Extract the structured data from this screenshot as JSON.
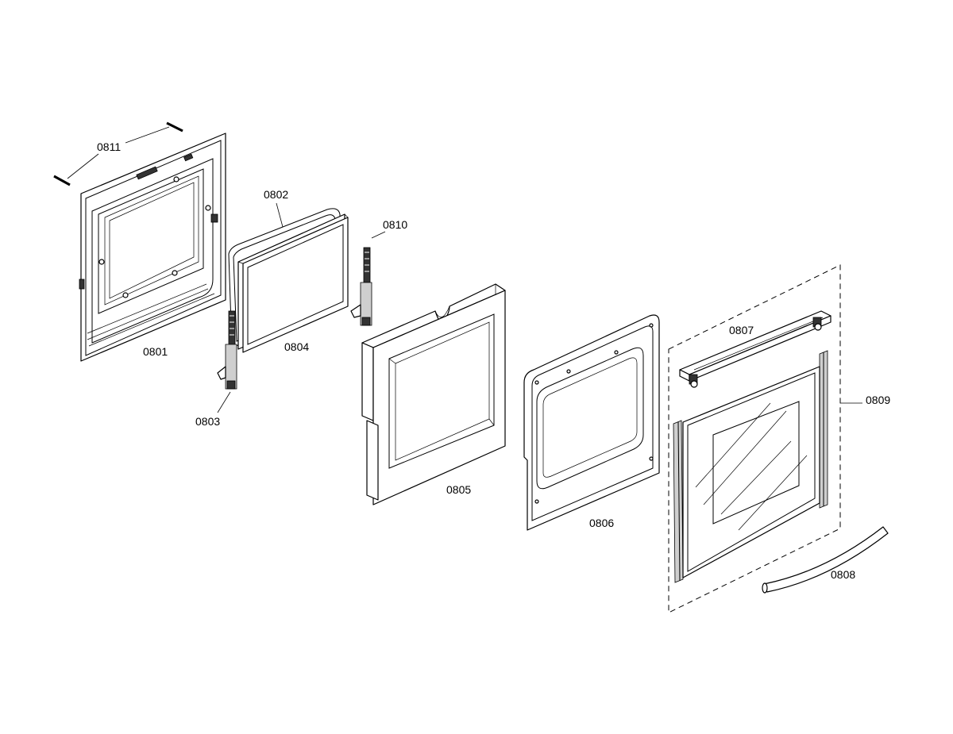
{
  "parts": [
    {
      "id": "0801"
    },
    {
      "id": "0802"
    },
    {
      "id": "0803"
    },
    {
      "id": "0804"
    },
    {
      "id": "0805"
    },
    {
      "id": "0806"
    },
    {
      "id": "0807"
    },
    {
      "id": "0808"
    },
    {
      "id": "0809"
    },
    {
      "id": "0810"
    },
    {
      "id": "0811"
    }
  ]
}
